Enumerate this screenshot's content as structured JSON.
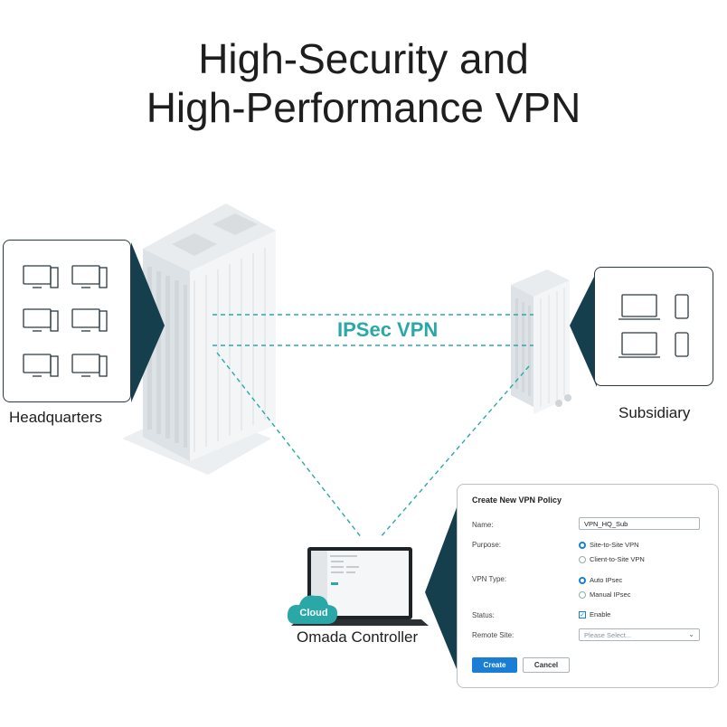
{
  "title_line1": "High-Security and",
  "title_line2": "High-Performance VPN",
  "tunnel_label": "IPSec VPN",
  "headquarters_label": "Headquarters",
  "subsidiary_label": "Subsidiary",
  "controller_label": "Omada Controller",
  "cloud_label": "Cloud",
  "dialog": {
    "title": "Create New VPN Policy",
    "name_label": "Name:",
    "name_value": "VPN_HQ_Sub",
    "purpose_label": "Purpose:",
    "purpose_options": [
      "Site-to-Site VPN",
      "Client-to-Site VPN"
    ],
    "vpn_type_label": "VPN Type:",
    "vpn_type_options": [
      "Auto IPsec",
      "Manual IPsec"
    ],
    "status_label": "Status:",
    "status_option": "Enable",
    "remote_site_label": "Remote Site:",
    "remote_site_placeholder": "Please Select...",
    "create_button": "Create",
    "cancel_button": "Cancel"
  },
  "colors": {
    "accent_teal": "#2aa8a8",
    "panel_dark": "#163f4e",
    "button_blue": "#1a7fd4"
  }
}
